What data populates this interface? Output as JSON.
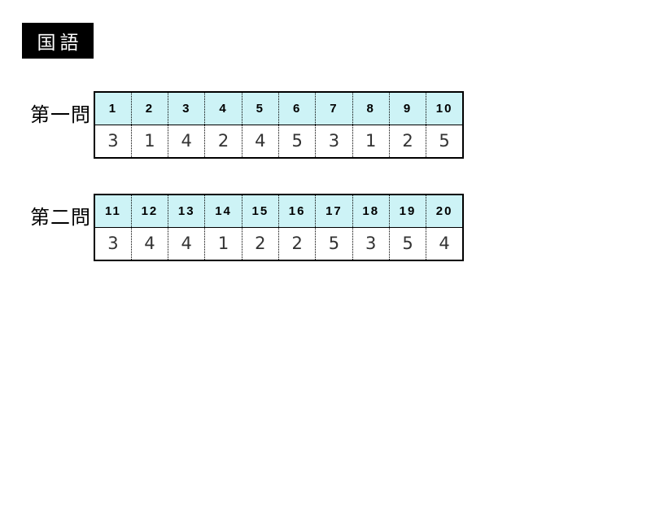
{
  "title_box": {
    "label": "国語"
  },
  "sections": [
    {
      "label": "第一問",
      "columns": [
        "1",
        "2",
        "3",
        "4",
        "5",
        "6",
        "7",
        "8",
        "9",
        "10"
      ],
      "answers": [
        "3",
        "1",
        "4",
        "2",
        "4",
        "5",
        "3",
        "1",
        "2",
        "5"
      ]
    },
    {
      "label": "第二問",
      "columns": [
        "11",
        "12",
        "13",
        "14",
        "15",
        "16",
        "17",
        "18",
        "19",
        "20"
      ],
      "answers": [
        "3",
        "4",
        "4",
        "1",
        "2",
        "2",
        "5",
        "3",
        "5",
        "4"
      ]
    }
  ],
  "colors": {
    "page_bg": "#ffffff",
    "title_bg": "#000000",
    "title_fg": "#ffffff",
    "header_cell_bg": "#cdf3f6",
    "table_border": "#000000",
    "answer_fg": "#333333"
  }
}
